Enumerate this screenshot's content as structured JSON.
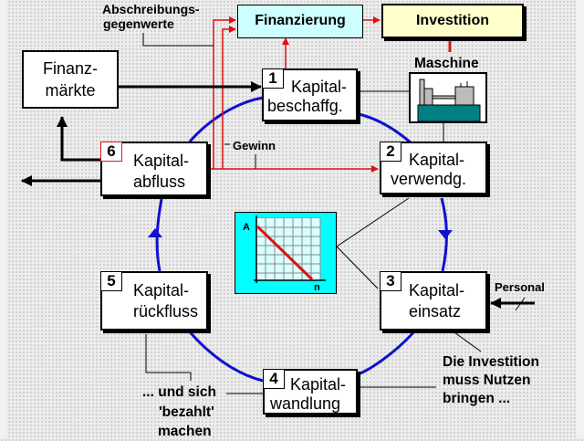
{
  "colors": {
    "cycle": "#1010d0",
    "money_flow": "#e01010",
    "financing_box": "#ccffff",
    "investment_box": "#ffffcc",
    "chart_bg": "#00ffff",
    "machine_base": "#008080"
  },
  "top": {
    "financing_label": "Finanzierung",
    "investment_label": "Investition",
    "machine_label": "Maschine"
  },
  "notes": {
    "depreciation_line1": "Abschreibungs-",
    "depreciation_line2": "gegenwerte",
    "profit": "Gewinn",
    "personnel": "Personal",
    "benefit_line1": "Die Investition",
    "benefit_line2": "muss Nutzen",
    "benefit_line3": "bringen ...",
    "pay_line1": "... und sich",
    "pay_line2": "'bezahlt'",
    "pay_line3": "machen"
  },
  "markets": {
    "line1": "Finanz-",
    "line2": "märkte"
  },
  "stages": [
    {
      "num": "1",
      "line1": "Kapital-",
      "line2": "beschaffg."
    },
    {
      "num": "2",
      "line1": "Kapital-",
      "line2": "verwendg."
    },
    {
      "num": "3",
      "line1": "Kapital-",
      "line2": "einsatz"
    },
    {
      "num": "4",
      "line1": "Kapital-",
      "line2": "wandlung"
    },
    {
      "num": "5",
      "line1": "Kapital-",
      "line2": "rückfluss"
    },
    {
      "num": "6",
      "line1": "Kapital-",
      "line2": "abfluss"
    }
  ],
  "depreciation_chart": {
    "y_axis_label": "A",
    "x_axis_label": "n"
  }
}
